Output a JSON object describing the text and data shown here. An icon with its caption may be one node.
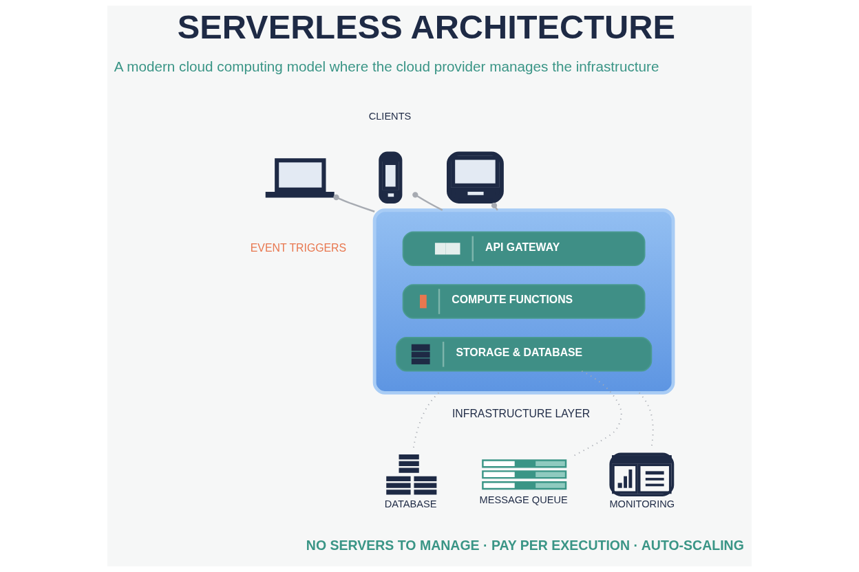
{
  "diagram": {
    "title": "SERVERLESS ARCHITECTURE",
    "caption": "NO SERVERS TO MANAGE · PAY PER EXECUTION · AUTO-SCALING",
    "nodes": [
      {
        "text": [],
        "shape": "picture"
      },
      {
        "text": [],
        "shape": "picture"
      },
      {
        "text": [],
        "shape": "picture"
      },
      {
        "text": [],
        "shape": "cloud"
      },
      {
        "text": [
          "API GATEWAY"
        ],
        "in": 3
      },
      {
        "text": [
          "COMPUTE FUNCTIONS"
        ],
        "in": 3
      },
      {
        "text": [
          "STORAGE & DATABASE"
        ],
        "in": 3
      },
      {
        "text": [
          "DATABASE"
        ]
      },
      {
        "text": [
          "MESSAGE QUEUE"
        ]
      },
      {
        "text": [
          "MONITORING"
        ]
      }
    ],
    "edges": [
      {
        "from": 0,
        "to": 3,
        "arrow": "other"
      },
      {
        "from": 1,
        "to": 3,
        "arrow": "other"
      },
      {
        "from": 2,
        "to": 3,
        "arrow": "other"
      },
      {
        "from": 3,
        "to": 7,
        "arrow": "none",
        "style": "dashed"
      },
      {
        "from": 6,
        "to": 8,
        "arrow": "none",
        "style": "dashed"
      },
      {
        "from": 3,
        "to": 9,
        "arrow": "none",
        "style": "dashed"
      }
    ],
    "labels": [
      "A modern cloud computing model where the cloud provider manages the infrastructure",
      "CLIENTS",
      "EVENT TRIGGERS",
      "INFRASTRUCTURE LAYER"
    ]
  }
}
